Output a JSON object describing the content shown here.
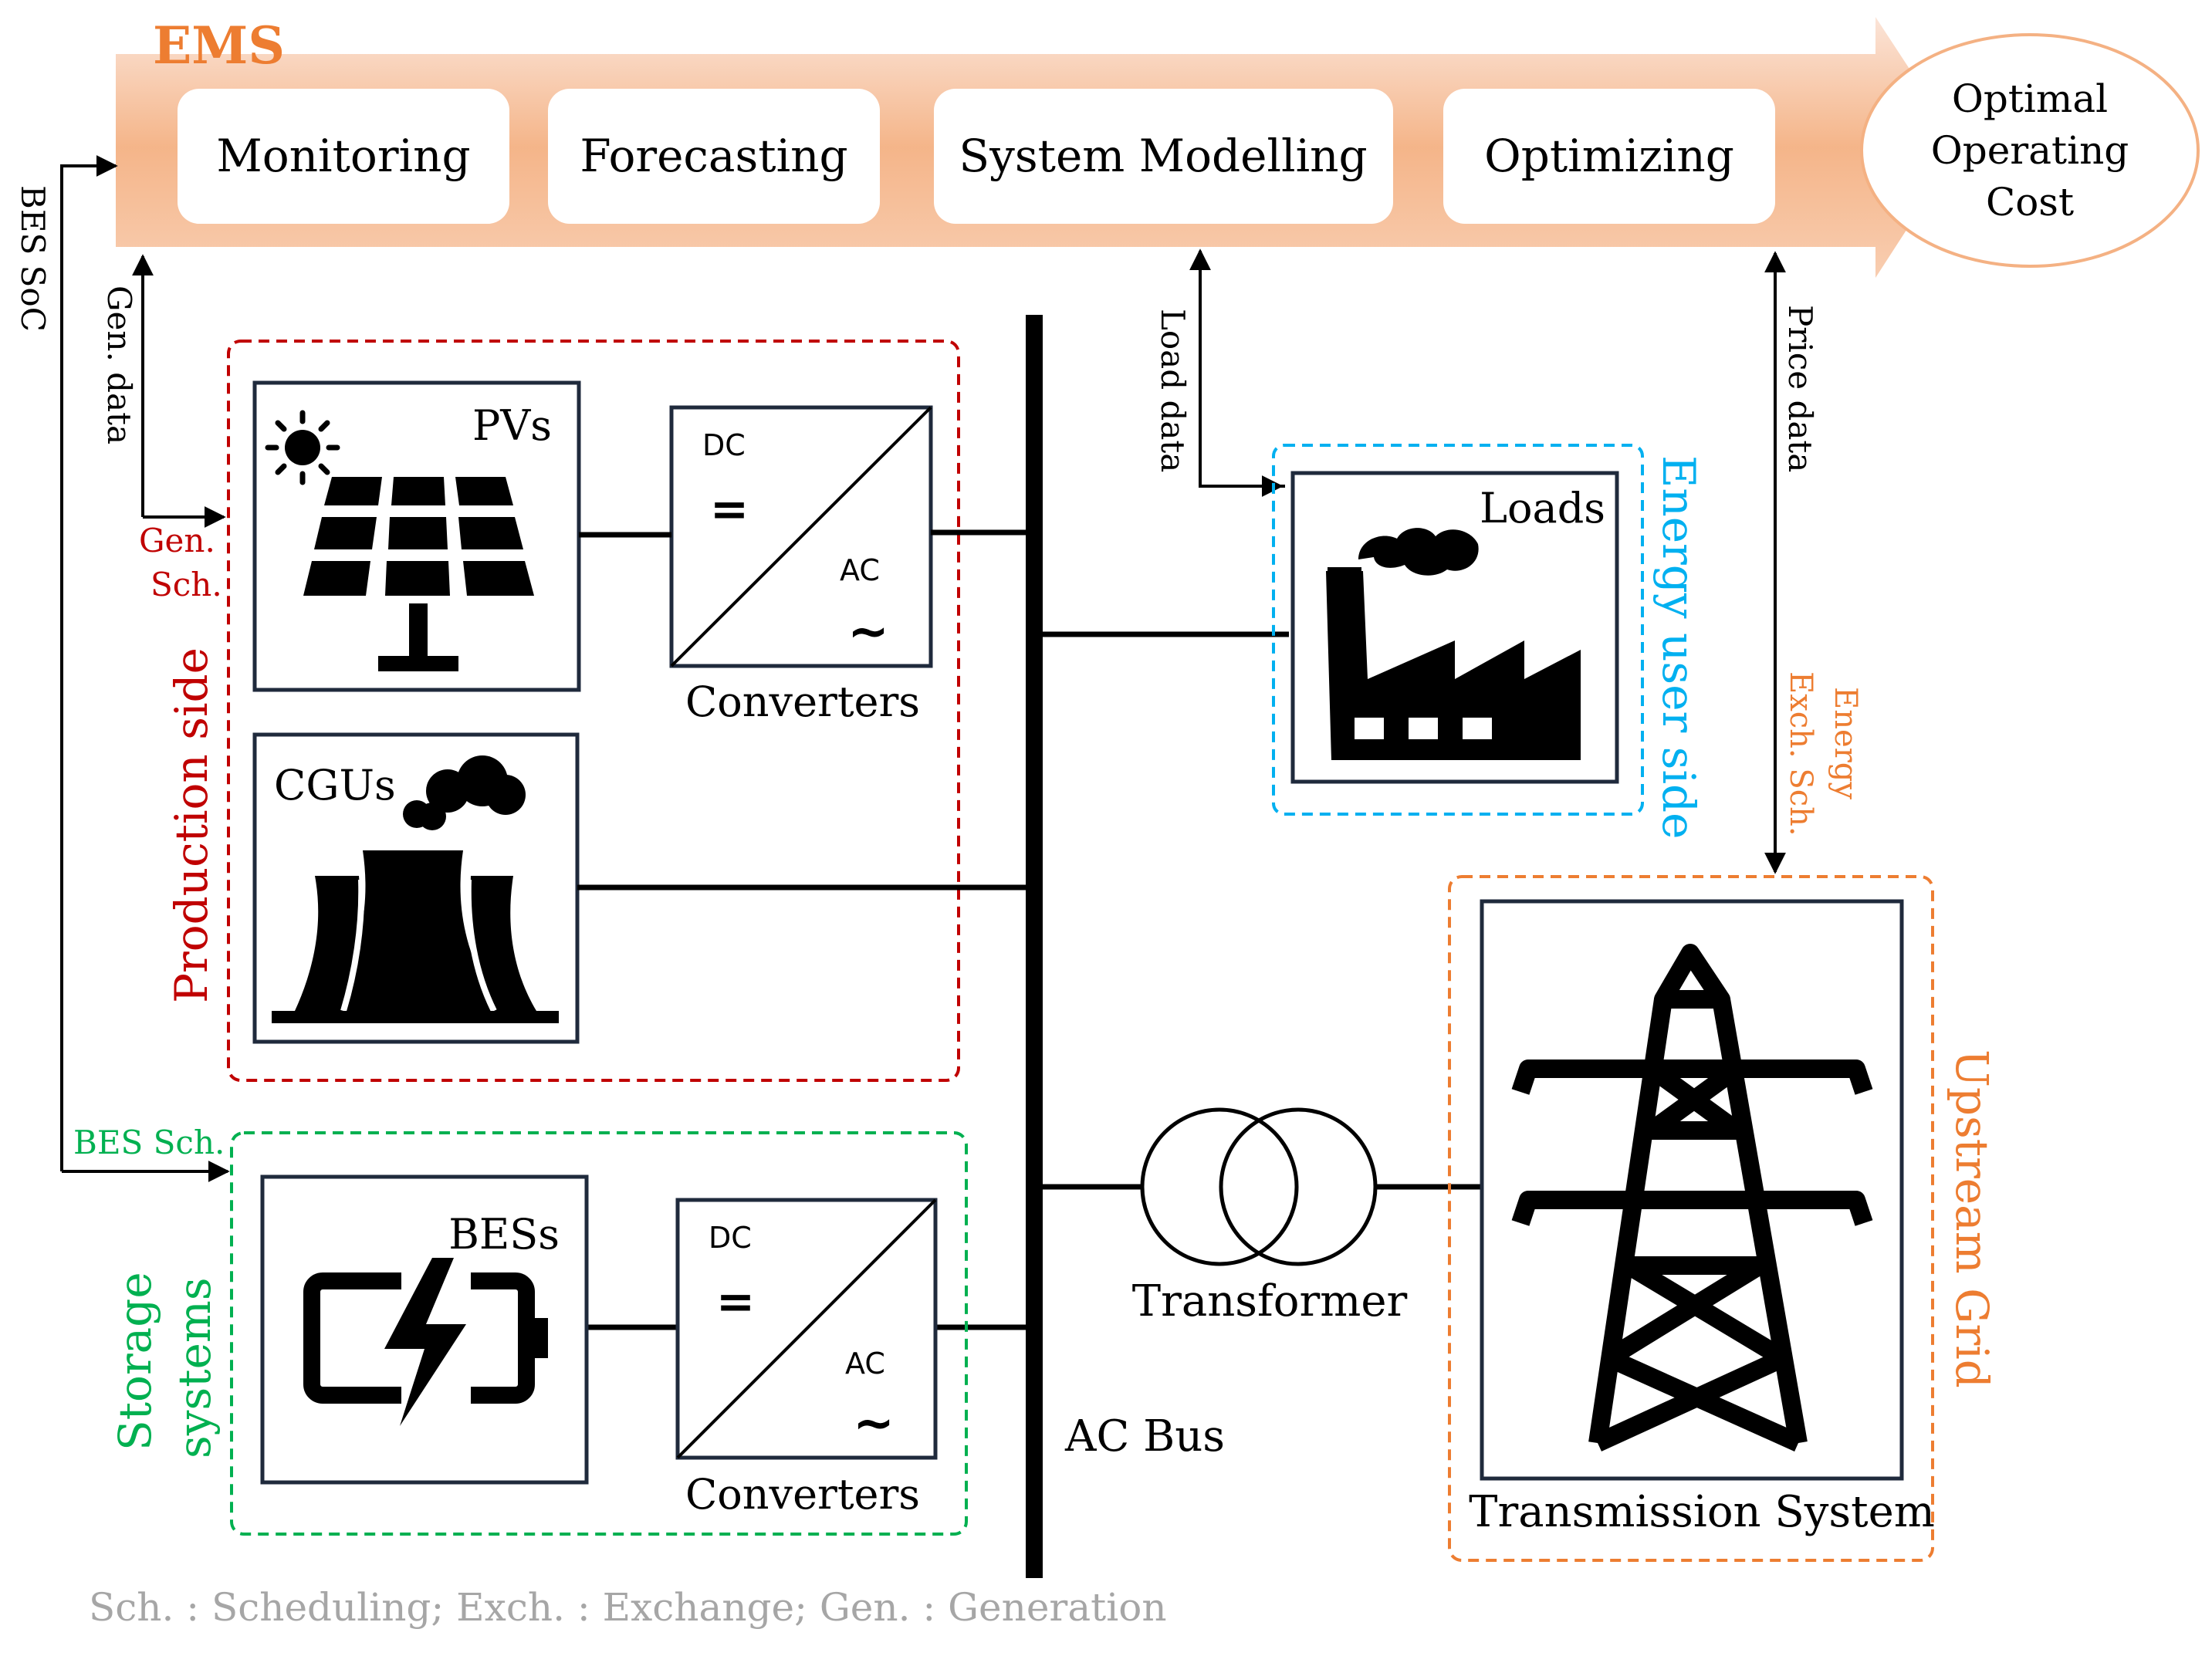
{
  "ems": {
    "title": "EMS",
    "stages": [
      "Monitoring",
      "Forecasting",
      "System Modelling",
      "Optimizing"
    ],
    "goal_lines": [
      "Optimal",
      "Operating",
      "Cost"
    ]
  },
  "signals": {
    "bes_soc": "BES SoC",
    "gen_data": "Gen. data",
    "gen_sch_line1": "Gen.",
    "gen_sch_line2": "Sch.",
    "load_data": "Load data",
    "price_data": "Price data",
    "energy_exch_line1": "Energy",
    "energy_exch_line2": "Exch. Sch.",
    "bes_sch": "BES Sch."
  },
  "groups": {
    "production": "Production side",
    "storage_line1": "Storage",
    "storage_line2": "systems",
    "energy_user": "Energy user side",
    "upstream": "Upstream Grid"
  },
  "components": {
    "pvs": "PVs",
    "cgus": "CGUs",
    "bess": "BESs",
    "loads": "Loads",
    "transmission": "Transmission System",
    "transformer": "Transformer",
    "ac_bus": "AC Bus",
    "converter_label": "Converters",
    "dc": "DC",
    "ac": "AC",
    "eq": "=",
    "tilde": "~"
  },
  "footnote": "Sch. : Scheduling; Exch. : Exchange; Gen. : Generation",
  "colors": {
    "ems_orange": "#ED7D31",
    "production_red": "#C00000",
    "storage_green": "#00B050",
    "user_blue": "#00B0F0",
    "grid_orange": "#ED7D31",
    "box_navy": "#1F2A3C",
    "footnote_gray": "#A6A6A6"
  }
}
